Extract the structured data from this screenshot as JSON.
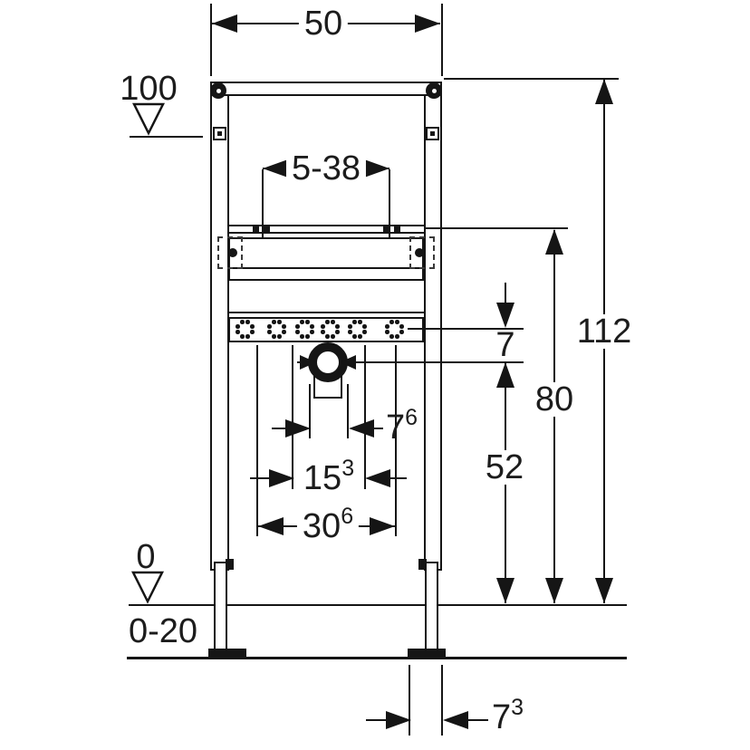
{
  "colors": {
    "line": "#151515",
    "text": "#1c1c1c",
    "background": "#ffffff"
  },
  "drawing_labels": {
    "frame_width": "50",
    "mount_range": "5-38",
    "total_height": "112",
    "rail_height": "80",
    "drain_center_height": "52",
    "rail_drain_gap": "7",
    "tap_hole_spacing": {
      "base": "7",
      "sup": "6"
    },
    "fixing_bolt_spacing": {
      "base": "15",
      "sup": "3"
    },
    "outer_fixing_spacing": {
      "base": "30",
      "sup": "6"
    },
    "wall_foot_offset": {
      "base": "7",
      "sup": "3"
    },
    "one_meter_mark": "100",
    "floor_zero_mark": "0",
    "floor_buildup_range": "0-20"
  }
}
